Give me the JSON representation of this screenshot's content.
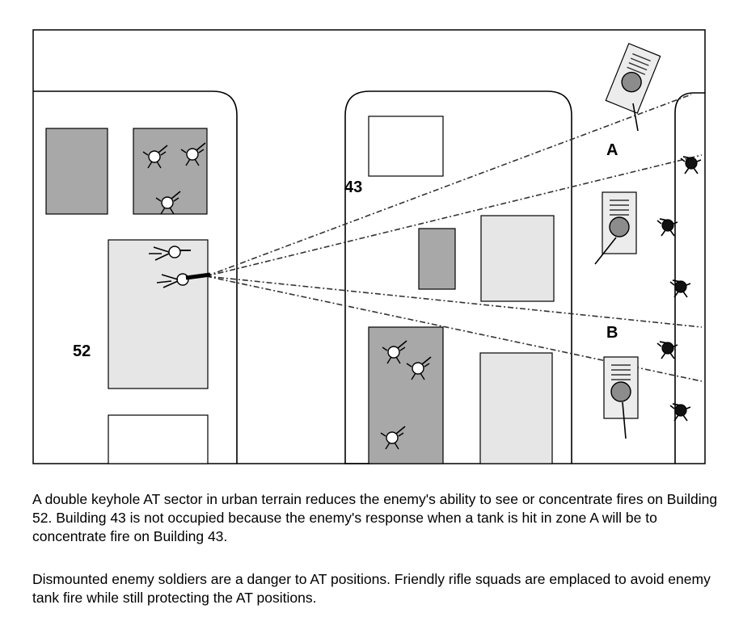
{
  "labels": {
    "building_52": "52",
    "building_43": "43",
    "zone_a": "A",
    "zone_b": "B"
  },
  "captions": [
    "A double keyhole AT sector in urban terrain reduces the enemy's ability to see or concentrate fires on Building 52. Building 43 is not occupied because the enemy's response when a tank is hit in zone A will be to concentrate fire on Building 43.",
    "Dismounted enemy soldiers are a danger to AT positions. Friendly rifle squads are emplaced to avoid enemy tank fire while still protecting the AT positions."
  ],
  "colors": {
    "occupied_building": "#a8a8a8",
    "unoccupied_building": "#e6e6e6",
    "open_building": "#ffffff",
    "outline": "#000000"
  },
  "icons": [
    "friendly-soldier-icon",
    "at-gunner-icon",
    "enemy-soldier-icon",
    "enemy-tank-icon"
  ]
}
